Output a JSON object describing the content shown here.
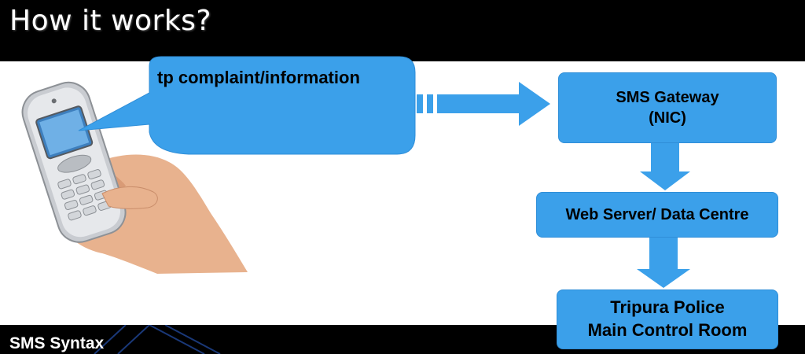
{
  "slide": {
    "title": "How it works?",
    "footer_title": "SMS Syntax"
  },
  "flow": {
    "message_bubble": "tp complaint/information",
    "gateway_line1": "SMS Gateway",
    "gateway_line2": "(NIC)",
    "web_server": "Web Server/ Data Centre",
    "police_line1": "Tripura Police",
    "police_line2": "Main Control Room"
  },
  "colors": {
    "box_fill": "#3ba0ea",
    "band": "#000000"
  }
}
